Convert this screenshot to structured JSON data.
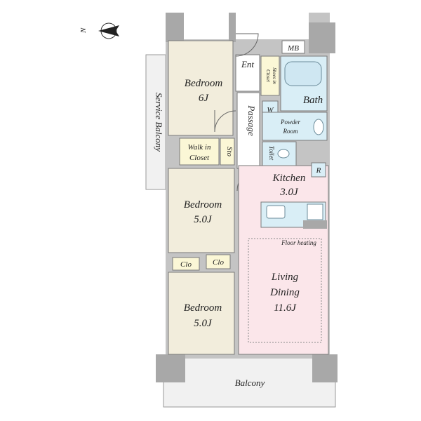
{
  "rooms": {
    "bedroom1": {
      "name": "Bedroom",
      "size": "6J"
    },
    "bedroom2": {
      "name": "Bedroom",
      "size": "5.0J"
    },
    "bedroom3": {
      "name": "Bedroom",
      "size": "5.0J"
    },
    "walk_in_closet": {
      "line1": "Walk in",
      "line2": "Closet"
    },
    "storage": "Sto",
    "closet_left": "Clo",
    "closet_right": "Clo",
    "service_balcony": "Service Balcony",
    "entrance": "Ent",
    "passage": "Passage",
    "mb": "MB",
    "shoes_closet": {
      "line1": "Shoes in",
      "line2": "Closet"
    },
    "washer": "W",
    "bath": "Bath",
    "powder_room": {
      "line1": "Powder",
      "line2": "Room"
    },
    "toilet": "Toilet",
    "kitchen": {
      "name": "Kitchen",
      "size": "3.0J"
    },
    "refrigerator": "R",
    "floor_heating": "Floor heating",
    "living_dining": {
      "line1": "Living",
      "line2": "Dining",
      "size": "11.6J"
    },
    "balcony": "Balcony"
  },
  "compass": {
    "label": "N"
  },
  "colors": {
    "bedroom": "#f2eddc",
    "living": "#fbe6ea",
    "wet_area": "#d9eef6",
    "closet": "#fbf7d6",
    "wall": "#bcbcbc",
    "balcony": "#f1f1f1"
  }
}
